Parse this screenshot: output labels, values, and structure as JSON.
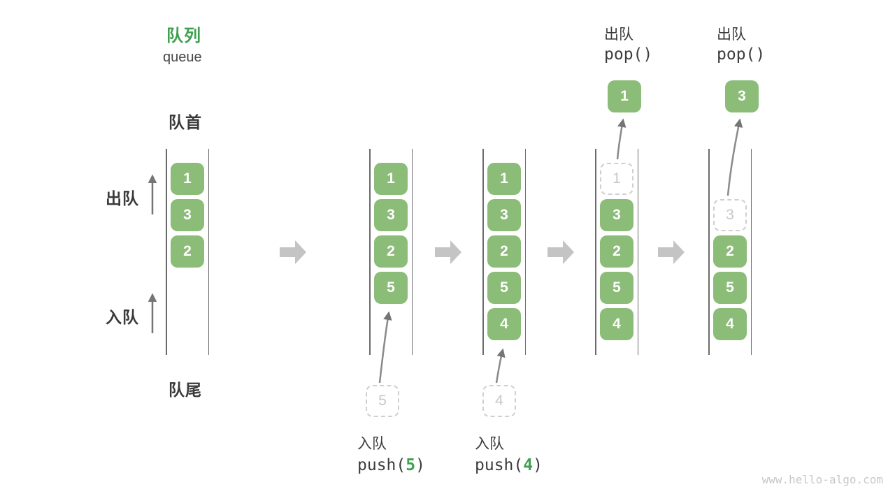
{
  "header": {
    "title": "队列",
    "subtitle": "queue"
  },
  "side_labels": {
    "front": "队首",
    "rear": "队尾",
    "dequeue": "出队",
    "enqueue": "入队"
  },
  "columns": [
    {
      "slots": [
        "1",
        "3",
        "2"
      ]
    },
    {
      "slots": [
        "1",
        "3",
        "2",
        "5"
      ]
    },
    {
      "slots": [
        "1",
        "3",
        "2",
        "5",
        "4"
      ]
    },
    {
      "ghost": "1",
      "slots": [
        "3",
        "2",
        "5",
        "4"
      ]
    },
    {
      "ghost": "3",
      "slots": [
        "2",
        "5",
        "4"
      ]
    }
  ],
  "push_ops": [
    {
      "label": "入队",
      "fn": "push(",
      "arg": "5",
      "close": ")",
      "staged_value": "5"
    },
    {
      "label": "入队",
      "fn": "push(",
      "arg": "4",
      "close": ")",
      "staged_value": "4"
    }
  ],
  "pop_ops": [
    {
      "label": "出队",
      "code": "pop()",
      "value": "1"
    },
    {
      "label": "出队",
      "code": "pop()",
      "value": "3"
    }
  ],
  "icons": {
    "step_arrow": "right-block-arrow",
    "flow_arrow": "thin-up-arrow"
  },
  "colors": {
    "accent_green": "#3FA14F",
    "item_green": "#8BBC78",
    "ghost_gray": "#C7C7C7",
    "text_dark": "#3C3C3C",
    "block_arrow_gray": "#C4C4C4",
    "thin_arrow_gray": "#757575",
    "wall_gray": "#6B6B6B",
    "watermark_gray": "#C8C8C8"
  },
  "watermark": "www.hello-algo.com"
}
